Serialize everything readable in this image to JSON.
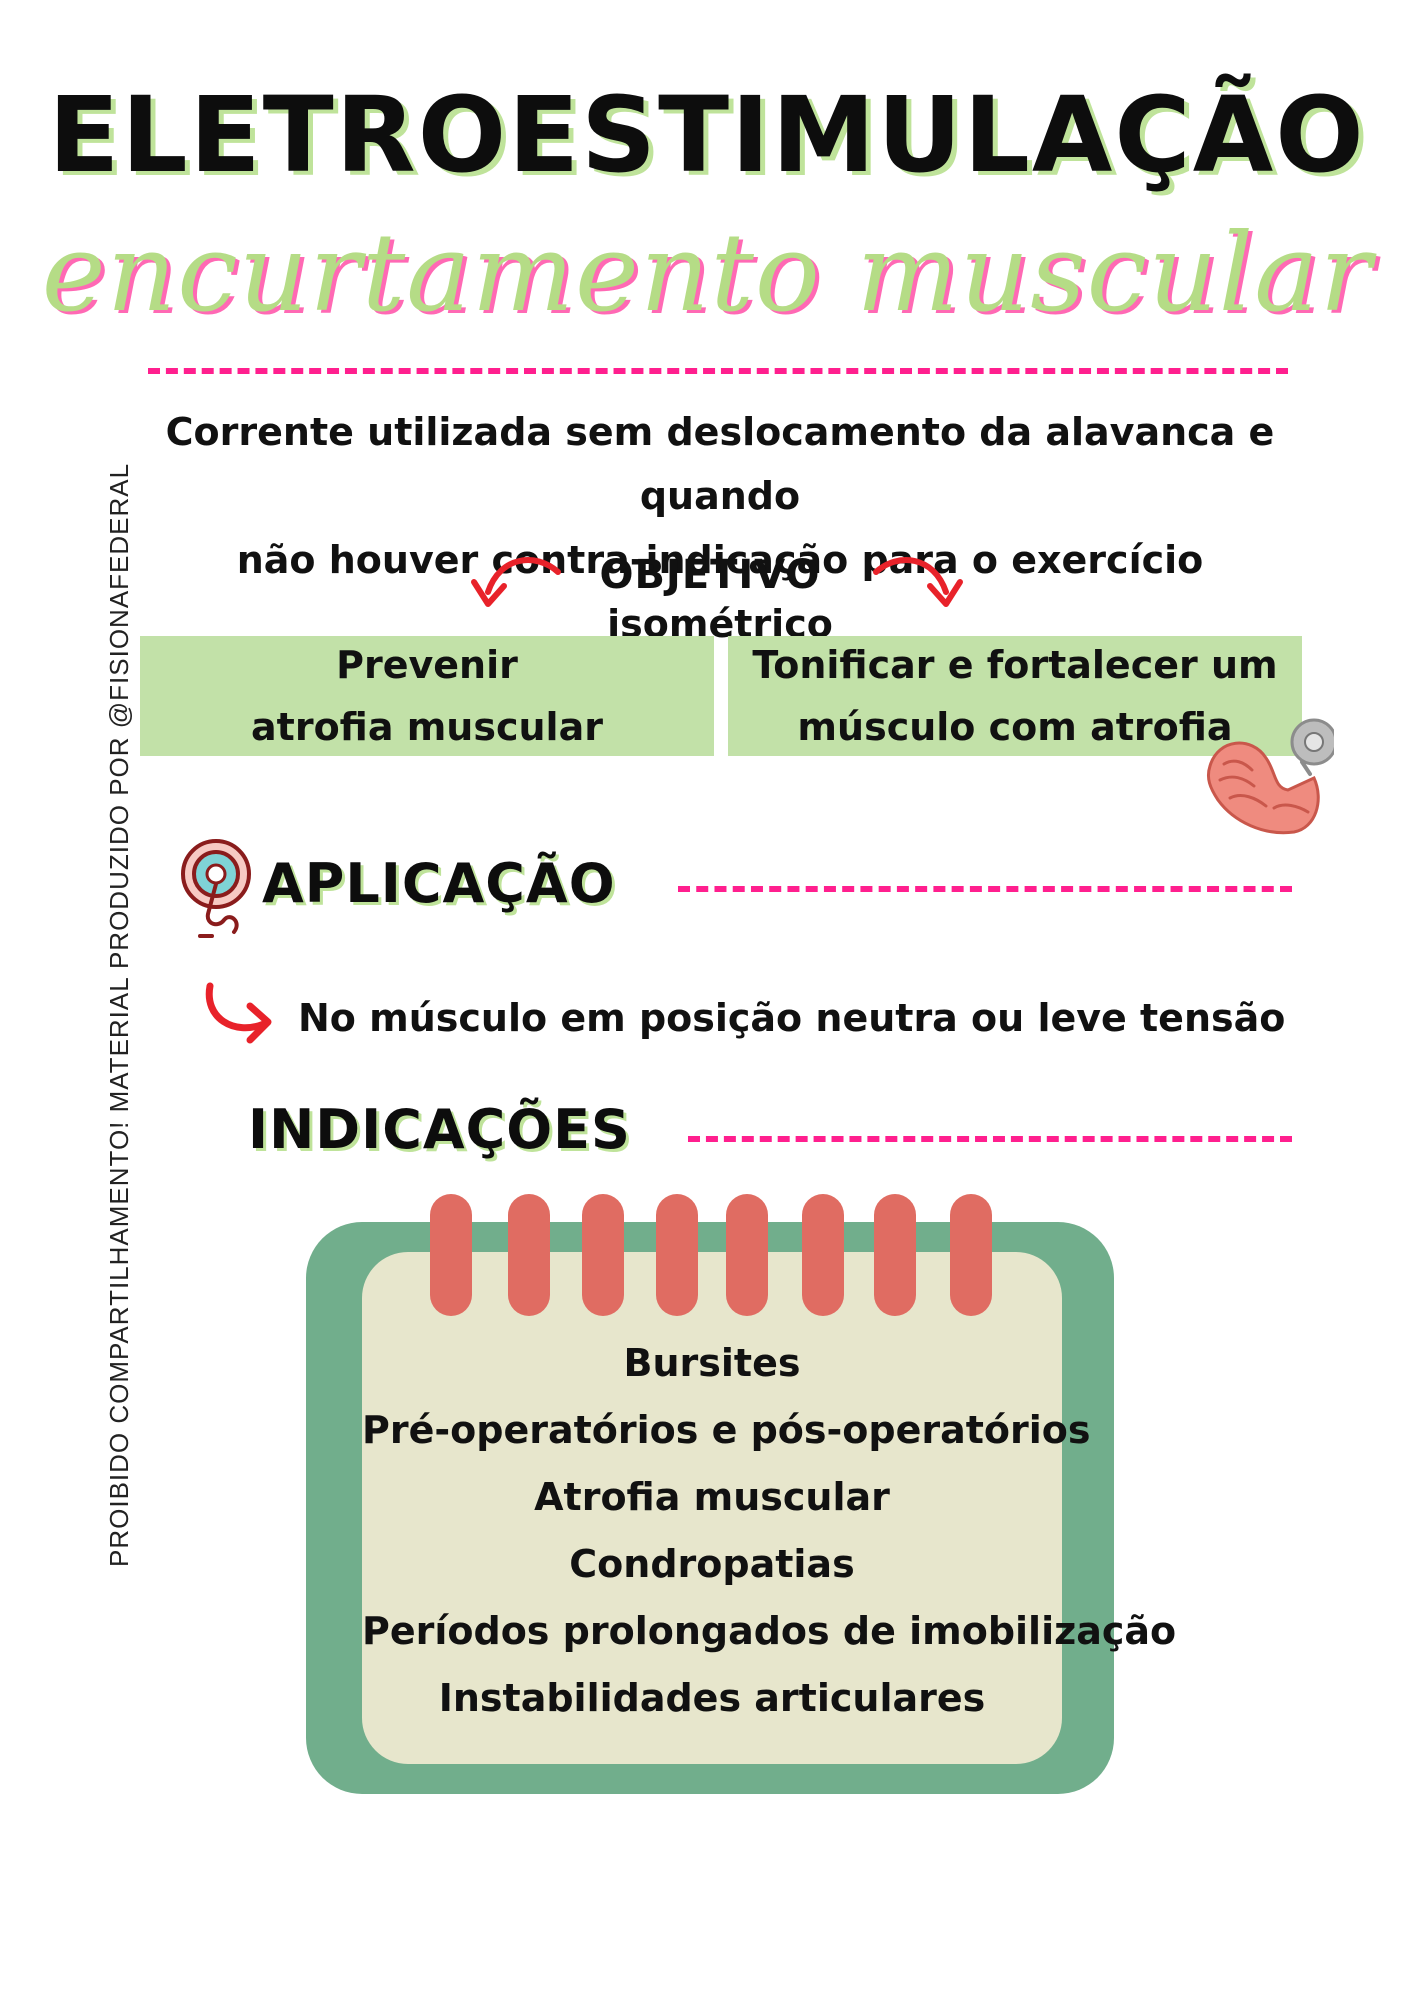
{
  "header": {
    "title": "ELETROESTIMULAÇÃO",
    "subtitle": "encurtamento muscular"
  },
  "intro": {
    "line1": "Corrente utilizada sem deslocamento da alavanca e quando",
    "line2": "não houver contra-indicação para o exercício isométrico"
  },
  "objective": {
    "label": "OBJETIVO",
    "left": {
      "line1": "Prevenir",
      "line2": "atrofia muscular"
    },
    "right": {
      "line1": "Tonificar e fortalecer um",
      "line2": "músculo com atrofia"
    }
  },
  "application": {
    "heading": "APLICAÇÃO",
    "text": "No músculo em posição neutra ou leve tensão"
  },
  "indications": {
    "heading": "INDICAÇÕES",
    "items": [
      "Bursites",
      "Pré-operatórios e pós-operatórios",
      "Atrofia muscular",
      "Condropatias",
      "Períodos prolongados de imobilização",
      "Instabilidades articulares"
    ]
  },
  "watermark": "PROIBIDO COMPARTILHAMENTO! MATERIAL PRODUZIDO POR @FISIONAFEDERAL",
  "icons": {
    "arrows": "curved-arrow-icon",
    "muscle": "flexed-arm-icon",
    "electrode": "electrode-icon"
  },
  "colors": {
    "accent_green": "#c2e1a8",
    "accent_pink": "#ff1f8e",
    "arrow_red": "#e8222a",
    "notebook_green": "#71ae8c",
    "notebook_paper": "#e7e6cc",
    "ring_red": "#e06c62"
  }
}
